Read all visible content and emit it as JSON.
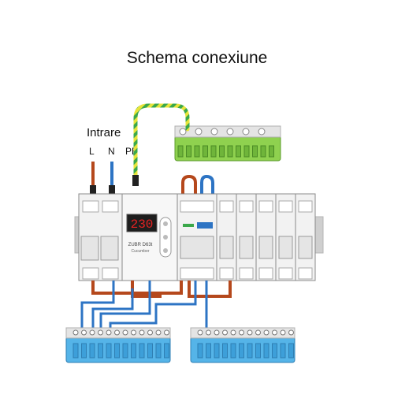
{
  "title": "Schema conexiune",
  "input_label": "Intrare",
  "wire_labels": {
    "l": "L",
    "n": "N",
    "pe": "PE"
  },
  "display_value": "230",
  "device_brand": "ZUBR D63t",
  "device_type": "Cucumber",
  "colors": {
    "live": "#b5481c",
    "neutral": "#2d74c4",
    "earth_yellow": "#e8e43a",
    "earth_green": "#3aa84a",
    "busbar_green": "#8fd14f",
    "busbar_blue": "#55b4e8",
    "display_red": "#e52222",
    "breaker_body": "#f2f2f2",
    "din_rail": "#cfcfcf"
  }
}
